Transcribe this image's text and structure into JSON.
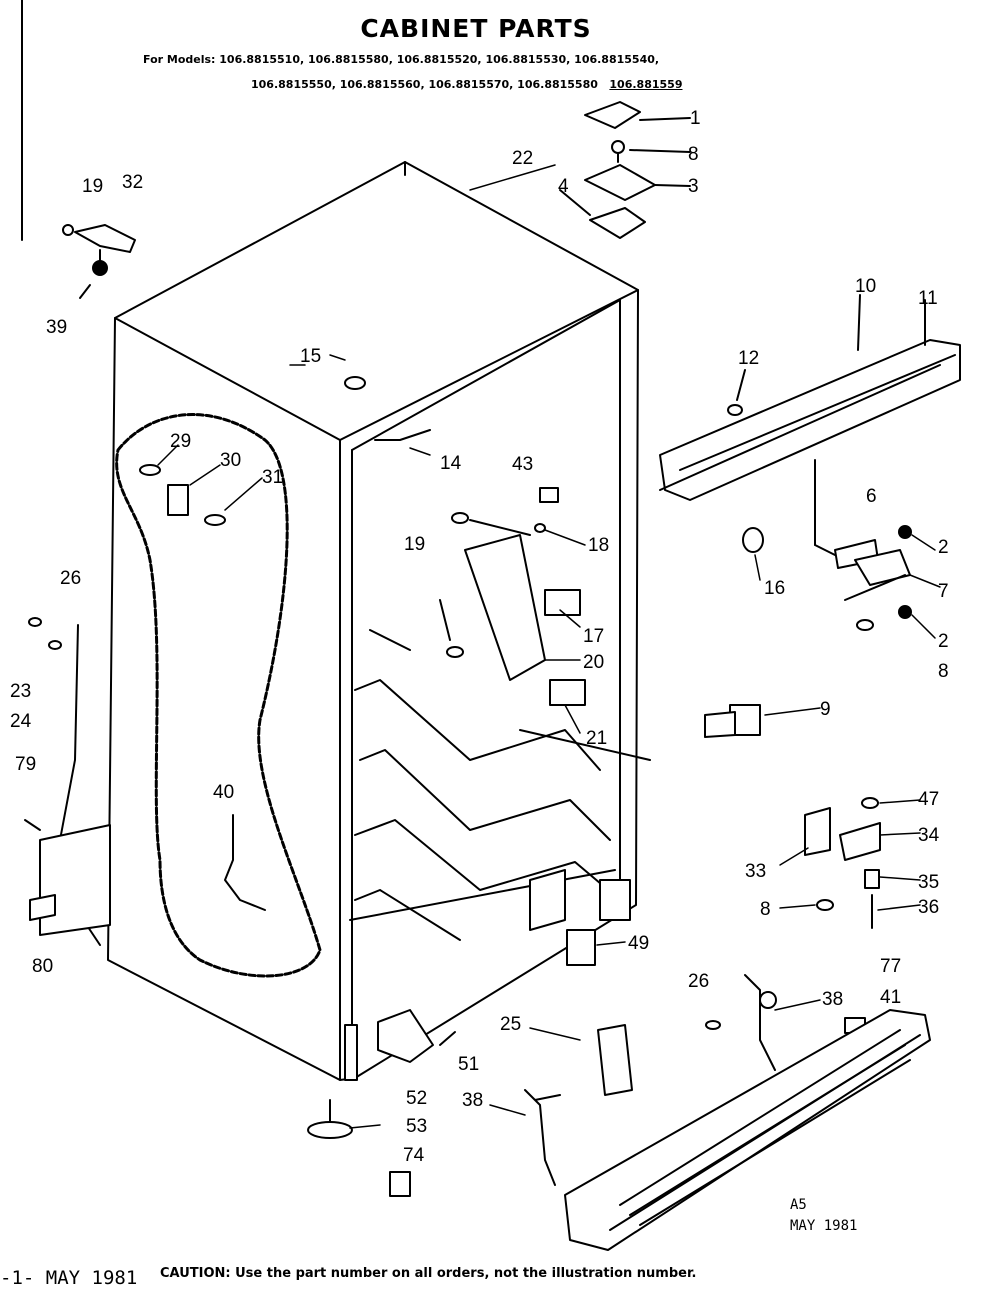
{
  "header": {
    "title": "CABINET PARTS",
    "models_line1": "For Models: 106.8815510, 106.8815580, 106.8815520, 106.8815530, 106.8815540,",
    "models_line2": "106.8815550, 106.8815560, 106.8815570, 106.8815580",
    "models_line2_underlined": "106.881559"
  },
  "callouts": [
    "1",
    "8",
    "3",
    "4",
    "22",
    "19",
    "32",
    "39",
    "10",
    "11",
    "12",
    "15",
    "14",
    "29",
    "30",
    "31",
    "43",
    "19",
    "18",
    "6",
    "2",
    "7",
    "2",
    "8",
    "16",
    "17",
    "20",
    "26",
    "23",
    "24",
    "21",
    "9",
    "79",
    "40",
    "47",
    "34",
    "33",
    "35",
    "8",
    "36",
    "80",
    "49",
    "26",
    "38",
    "77",
    "41",
    "25",
    "51",
    "52",
    "53",
    "38",
    "74"
  ],
  "footer": {
    "page_date": "-1-  MAY 1981",
    "caution": "CAUTION: Use the part number on all orders, not the illustration number.",
    "stamp_code": "A5",
    "stamp_date": "MAY 1981"
  }
}
